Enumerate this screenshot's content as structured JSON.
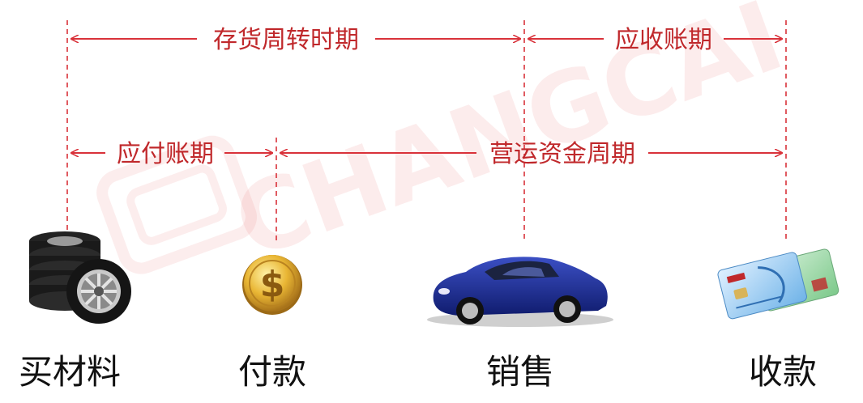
{
  "colors": {
    "accent": "#d9323a",
    "text": "#111111",
    "label": "#c0282b"
  },
  "watermark": {
    "text": "CHANGCAI"
  },
  "arrows": [
    {
      "label": "存货周转时期"
    },
    {
      "label": "应收账期"
    },
    {
      "label": "应付账期"
    },
    {
      "label": "营运资金周期"
    }
  ],
  "stages": [
    {
      "label": "买材料",
      "icon": "tires-icon"
    },
    {
      "label": "付款",
      "icon": "dollar-coin-icon"
    },
    {
      "label": "销售",
      "icon": "car-icon"
    },
    {
      "label": "收款",
      "icon": "bank-cards-icon"
    }
  ]
}
